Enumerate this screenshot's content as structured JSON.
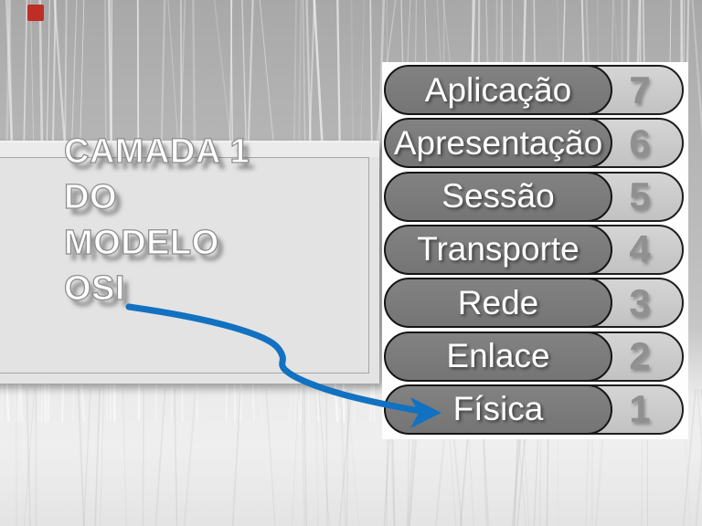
{
  "slide": {
    "title_lines": [
      "CAMADA 1",
      "DO",
      "MODELO",
      "OSI"
    ]
  },
  "osi_stack": {
    "layers": [
      {
        "name": "Aplicação",
        "number": "7"
      },
      {
        "name": "Apresentação",
        "number": "6"
      },
      {
        "name": "Sessão",
        "number": "5"
      },
      {
        "name": "Transporte",
        "number": "4"
      },
      {
        "name": "Rede",
        "number": "3"
      },
      {
        "name": "Enlace",
        "number": "2"
      },
      {
        "name": "Física",
        "number": "1"
      }
    ]
  },
  "colors": {
    "arrow_blue": "#1271c1",
    "layer_pill_gray": "#7b7b7b",
    "number_pill_gray": "#c9c9c9",
    "red_accent": "#bf2e26"
  }
}
